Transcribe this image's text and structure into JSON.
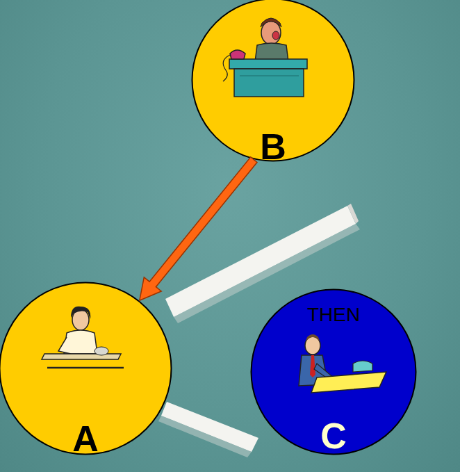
{
  "diagram": {
    "nodes": [
      {
        "text": [
          "B"
        ]
      },
      {
        "text": [
          "A"
        ]
      },
      {
        "text": [
          "THEN",
          "C"
        ]
      }
    ],
    "edges": [
      {
        "from": 0,
        "to": 1,
        "arrow": "to"
      }
    ]
  }
}
